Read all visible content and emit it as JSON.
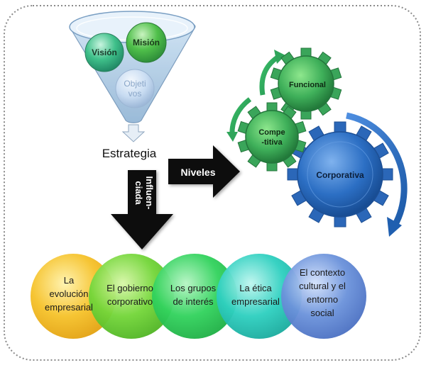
{
  "funnel": {
    "vision": "Visión",
    "mision": "Misión",
    "objetivos_line1": "Objeti",
    "objetivos_line2": "vos"
  },
  "strategy": {
    "label": "Estrategia"
  },
  "arrows": {
    "niveles": "Niveles",
    "influenciada_line1": "Influen-",
    "influenciada_line2": "ciada"
  },
  "gears": {
    "funcional": "Funcional",
    "competitiva_line1": "Compe",
    "competitiva_line2": "-titiva",
    "corporativa": "Corporativa"
  },
  "factors": {
    "evolucion_line1": "La",
    "evolucion_line2": "evolución",
    "evolucion_line3": "empresarial",
    "gobierno_line1": "El gobierno",
    "gobierno_line2": "corporativo",
    "grupos_line1": "Los grupos",
    "grupos_line2": "de interés",
    "etica_line1": "La ética",
    "etica_line2": "empresarial",
    "contexto_line1": "El contexto",
    "contexto_line2": "cultural y el",
    "contexto_line3": "entorno",
    "contexto_line4": "social"
  },
  "colors": {
    "evolucion": "#f5c232",
    "gobierno": "#72d43a",
    "grupos": "#2fd25a",
    "etica": "#2ccfbe",
    "contexto": "#5a86d6",
    "gear_green": "#3fb05a",
    "gear_blue": "#2c6fc4"
  }
}
